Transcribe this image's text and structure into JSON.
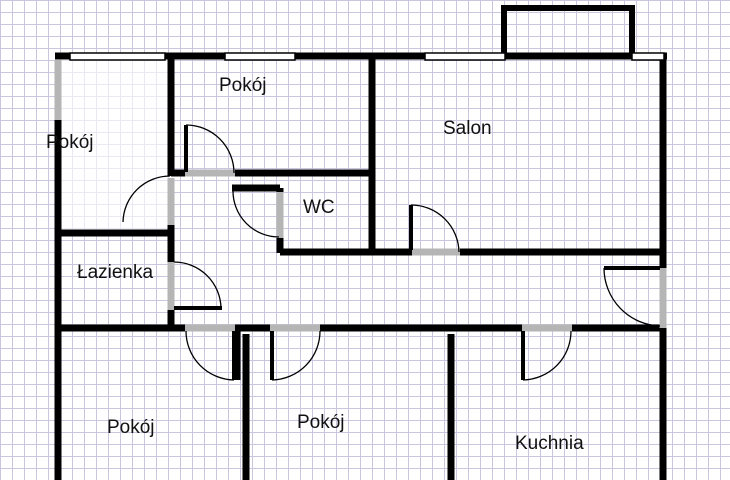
{
  "rooms": {
    "pokoj_top": "Pokój",
    "pokoj_left": "Pokój",
    "salon": "Salon",
    "wc": "WC",
    "lazienka": "Łazienka",
    "pokoj_bottom_left": "Pokój",
    "pokoj_bottom_mid": "Pokój",
    "kuchnia": "Kuchnia"
  },
  "colors": {
    "wall": "#000000",
    "door_opening": "#b5b5b5",
    "grid": "#c9c6e0"
  }
}
